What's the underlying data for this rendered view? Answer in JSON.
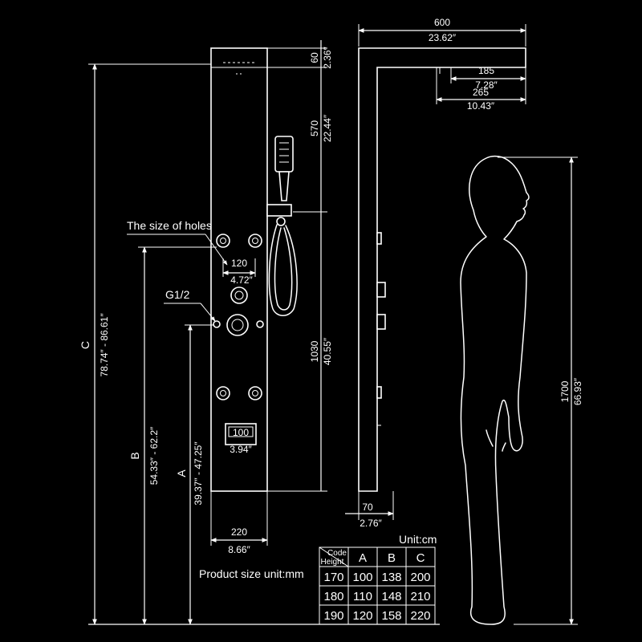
{
  "labels": {
    "holes_note": "The size of holes",
    "thread": "G1/2",
    "unit_mm": "Product size unit:mm",
    "unit_cm": "Unit:cm",
    "letter_a": "A",
    "letter_b": "B",
    "letter_c": "C"
  },
  "dimensions": {
    "top_width_mm": "600",
    "top_width_in": "23.62″",
    "top_height_mm": "60",
    "top_height_in": "2.36″",
    "rain_inner_mm": "185",
    "rain_inner_in": "7.28″",
    "rain_outer_mm": "265",
    "rain_outer_in": "10.43″",
    "upper_mm": "570",
    "upper_in": "22.44″",
    "lower_mm": "1030",
    "lower_in": "40.55″",
    "hole_spacing_mm": "120",
    "hole_spacing_in": "4.72″",
    "display_mm": "100",
    "display_in": "3.94″",
    "panel_width_mm": "220",
    "panel_width_in": "8.66″",
    "depth_mm": "70",
    "depth_in": "2.76″",
    "person_mm": "1700",
    "person_in": "66.93″",
    "a_range": "39.37″ - 47.25″",
    "b_range": "54.33″ - 62.2″",
    "c_range": "78.74″ - 86.61″"
  },
  "table": {
    "header_code": "Code",
    "header_height": "Height",
    "columns": [
      "A",
      "B",
      "C"
    ],
    "rows": [
      {
        "height": "170",
        "a": "100",
        "b": "138",
        "c": "200"
      },
      {
        "height": "180",
        "a": "110",
        "b": "148",
        "c": "210"
      },
      {
        "height": "190",
        "a": "120",
        "b": "158",
        "c": "220"
      }
    ]
  }
}
